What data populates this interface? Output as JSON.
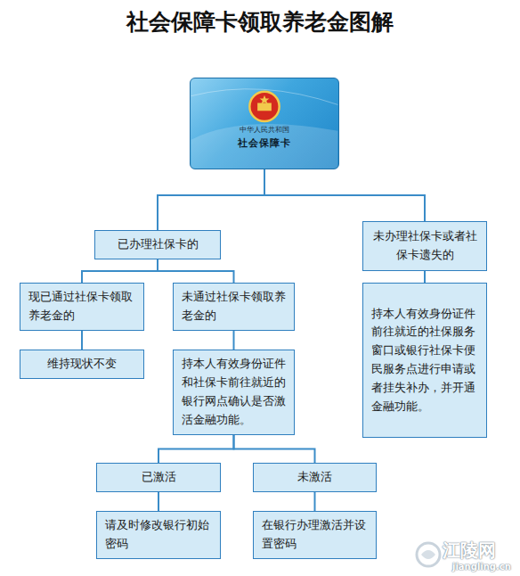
{
  "diagram": {
    "title": "社会保障卡领取养老金图解",
    "nodes": [
      {
        "text": [
          "中华人民共和国",
          "社会保障卡"
        ]
      },
      {
        "text": [
          "已办理社保卡的"
        ]
      },
      {
        "text": [
          "未办理社保卡或者社保卡遗失的"
        ]
      },
      {
        "text": [
          "现已通过社保卡领取养老金的"
        ]
      },
      {
        "text": [
          "未通过社保卡领取养老金的"
        ]
      },
      {
        "text": [
          "持本人有效身份证件前往就近的社保服务窗口或银行社保卡便民服务点进行申请或者挂失补办，并开通金融功能。"
        ]
      },
      {
        "text": [
          "维持现状不变"
        ]
      },
      {
        "text": [
          "持本人有效身份证件和社保卡前往就近的银行网点确认是否激活金融功能。"
        ]
      },
      {
        "text": [
          "已激活"
        ]
      },
      {
        "text": [
          "未激活"
        ]
      },
      {
        "text": [
          "请及时修改银行初始密码"
        ]
      },
      {
        "text": [
          "在银行办理激活并设置密码"
        ]
      }
    ],
    "edges": [
      {
        "from": 0,
        "to": 1,
        "arrow": "none"
      },
      {
        "from": 0,
        "to": 2,
        "arrow": "none"
      },
      {
        "from": 1,
        "to": 3,
        "arrow": "none"
      },
      {
        "from": 1,
        "to": 4,
        "arrow": "none"
      },
      {
        "from": 2,
        "to": 5,
        "arrow": "none"
      },
      {
        "from": 3,
        "to": 6,
        "arrow": "none"
      },
      {
        "from": 4,
        "to": 7,
        "arrow": "none"
      },
      {
        "from": 7,
        "to": 8,
        "arrow": "none"
      },
      {
        "from": 7,
        "to": 9,
        "arrow": "none"
      },
      {
        "from": 8,
        "to": 10,
        "arrow": "none"
      },
      {
        "from": 9,
        "to": 11,
        "arrow": "none"
      }
    ],
    "labels": [
      "江陵网",
      "jiangling.cn"
    ]
  }
}
